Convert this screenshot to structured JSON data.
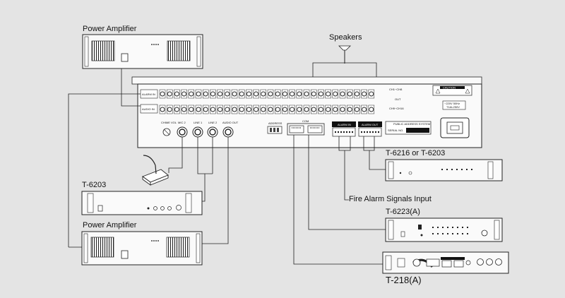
{
  "labels": {
    "power_amp_top": "Power Amplifier",
    "speakers": "Speakers",
    "t6203_left": "T-6203",
    "power_amp_bottom": "Power Amplifier",
    "t6216": "T-6216 or T-6203",
    "fire_alarm": "Fire Alarm Signals Input",
    "t6223": "T-6223(A)",
    "t218": "T-218(A)"
  },
  "panel": {
    "alarm_in": "ALARM IN",
    "audio_in": "AUDIO IN",
    "chime_vol": "CHIME VOL",
    "mic2": "MIC 2",
    "line1": "LINE 1",
    "line2": "LINE 2",
    "audio_out": "AUDIO OUT",
    "address": "ADDRESS",
    "com": "COM",
    "alarm_in_block": "ALARM IN",
    "alarm_out_block": "ALARM OUT",
    "public_address": "PUBLIC ADDRESS SYSTEM",
    "serial": "SERIAL NO.",
    "caution": "CAUTION",
    "voltage": "~220V  50Hz",
    "fuse": "T1AL250V",
    "ch_top": "CH1~CH8",
    "out": "OUT",
    "ch_bot": "CH9~CH16"
  }
}
